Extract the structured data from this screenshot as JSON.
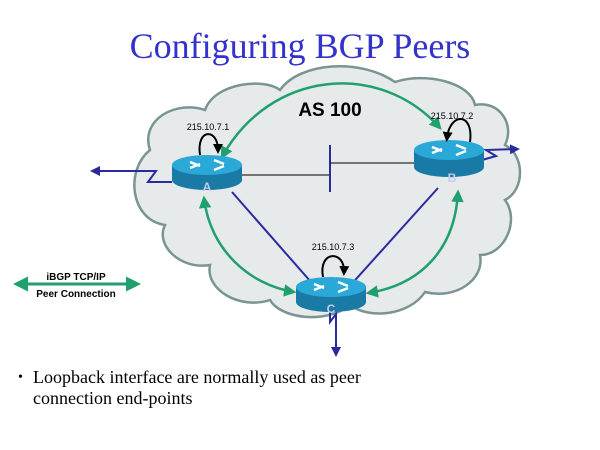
{
  "slide": {
    "title": "Configuring BGP Peers",
    "bullet_marker": "•",
    "bullet_text": "Loopback interface are normally used as peer connection end-points"
  },
  "diagram": {
    "as_label": "AS 100",
    "colors": {
      "title": "#3333cc",
      "cloud_fill": "#e6eaea",
      "cloud_stroke": "#7a9494",
      "physical_link": "#3333aa",
      "ibgp_peer": "#1fa06e",
      "router_top": "#2aa8d8",
      "router_side": "#1a7aa6",
      "router_letter": "#c8c8f0"
    },
    "routers": [
      {
        "id": "A",
        "loopback": "215.10.7.1"
      },
      {
        "id": "B",
        "loopback": "215.10.7.2"
      },
      {
        "id": "C",
        "loopback": "215.10.7.3"
      }
    ],
    "legend": {
      "line1": "iBGP TCP/IP",
      "line2": "Peer Connection"
    }
  }
}
